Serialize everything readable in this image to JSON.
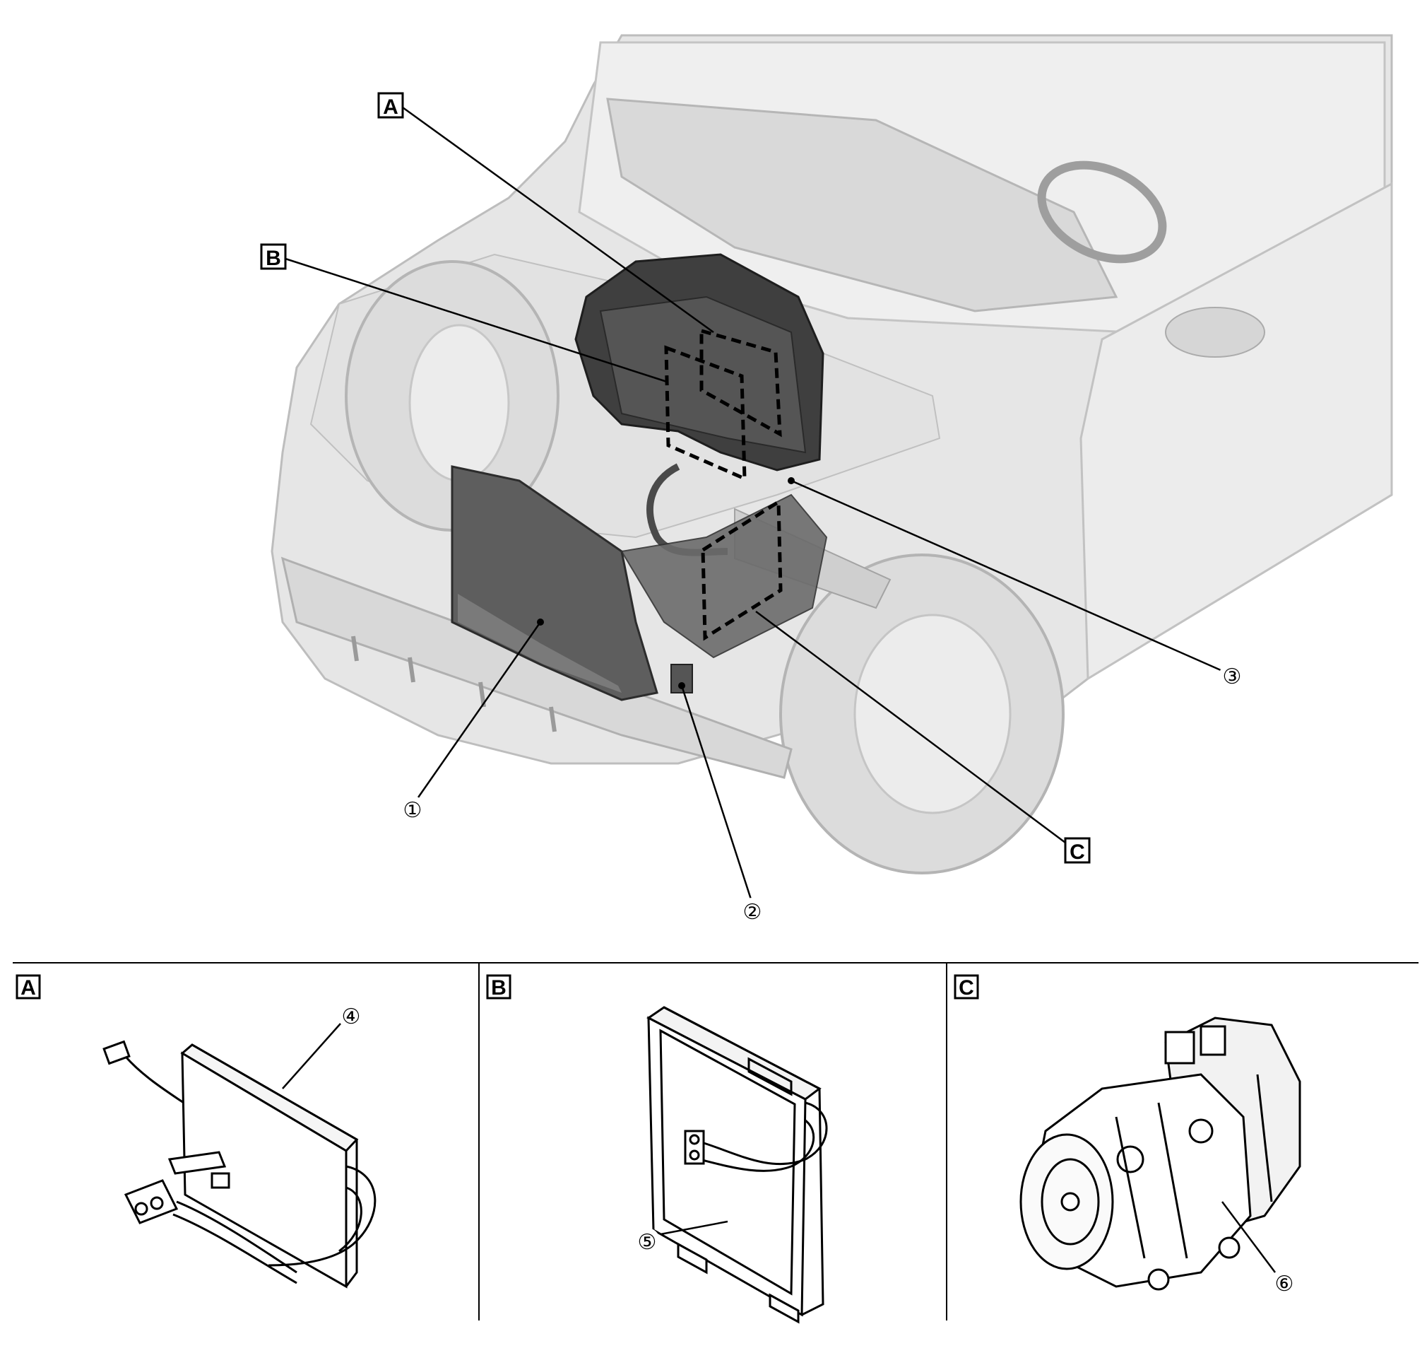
{
  "labels": {
    "A": "A",
    "B": "B",
    "C": "C"
  },
  "callouts": {
    "n1": "①",
    "n2": "②",
    "n3": "③",
    "n4": "④",
    "n5": "⑤",
    "n6": "⑥"
  },
  "panels": [
    {
      "label": "A",
      "callout": "④"
    },
    {
      "label": "B",
      "callout": "⑤"
    },
    {
      "label": "C",
      "callout": "⑥"
    }
  ],
  "colors": {
    "car_body": "#d9d9d9",
    "component_dark": "#3a3a3a",
    "component_mid": "#6a6a6a",
    "line": "#000000"
  }
}
